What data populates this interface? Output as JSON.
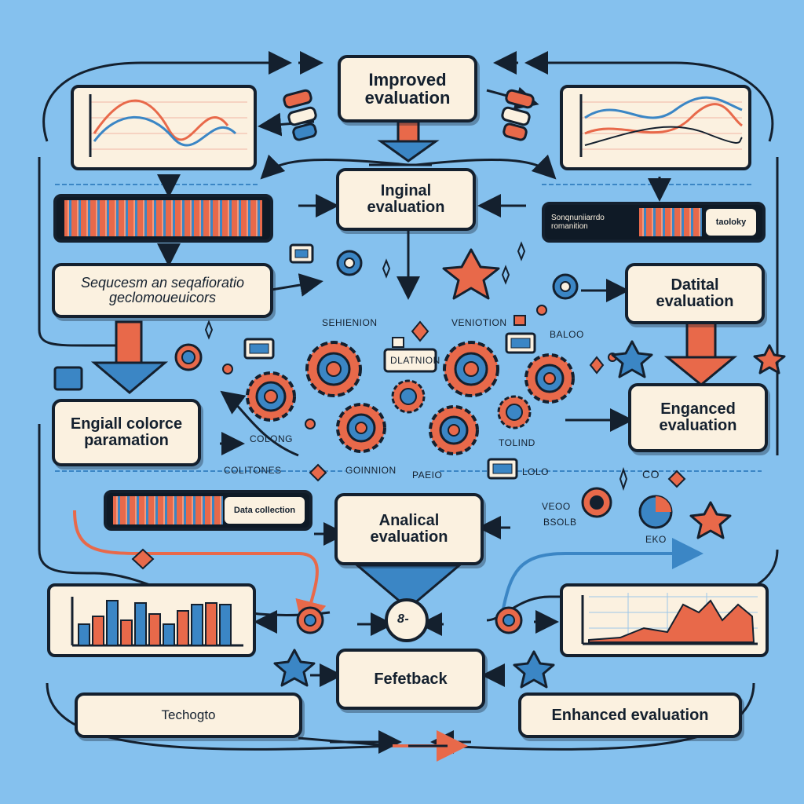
{
  "boxes": {
    "improved": {
      "line1": "Improved",
      "line2": "evaluation"
    },
    "initial": {
      "line1": "Inginal",
      "line2": "evaluation"
    },
    "sequence": {
      "line1": "Sequcesm an seqafioratio",
      "line2": "geclomoueuicors"
    },
    "digital": {
      "line1": "Datital",
      "line2": "evaluation"
    },
    "engiall": {
      "line1": "Engiall colorce",
      "line2": "paramation"
    },
    "enganced": {
      "line1": "Enganced",
      "line2": "evaluation"
    },
    "analical": {
      "line1": "Analical",
      "line2": "evaluation"
    },
    "feedback": {
      "label": "Fefetback"
    },
    "techogto": {
      "label": "Techogto"
    },
    "enhanced": {
      "label": "Enhanced evaluation"
    }
  },
  "bars": {
    "top_right_text1": "Sonqnuniiarrdo",
    "top_right_text2": "romanition",
    "top_right_pill": "taoloky",
    "data_collection": "Data collection"
  },
  "labels": {
    "sehienion": "SEHIENION",
    "veniotion": "VENIOTION",
    "dlatnion": "DLATNION",
    "baloo": "BALOO",
    "colong": "COLONG",
    "colitones": "COLITONES",
    "goinnion": "GOINNION",
    "paeio": "PAEIO",
    "tolind": "TOLIND",
    "lolo": "LOLO",
    "veoo": "VEOO",
    "bsolb": "BSOLB",
    "eko": "EKO",
    "co": "CO",
    "center_badge": "8-"
  },
  "colors": {
    "background": "#85c1ee",
    "ink": "#14202e",
    "paper": "#fbf1e0",
    "accent_orange": "#e8694a",
    "accent_blue": "#3b86c5"
  },
  "icons": [
    "gear-icon",
    "star-icon",
    "arrow-icon",
    "chart-icon",
    "dial-icon"
  ]
}
